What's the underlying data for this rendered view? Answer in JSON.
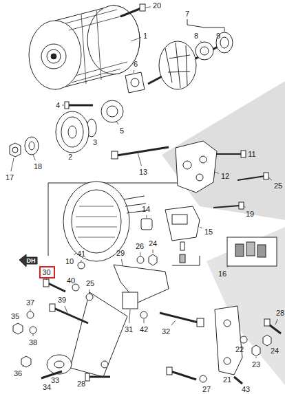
{
  "diagram": {
    "nodes": [
      {
        "text": [
          "30"
        ]
      }
    ],
    "labels": [
      "20",
      "1",
      "7",
      "8",
      "9",
      "6",
      "4",
      "5",
      "3",
      "2",
      "18",
      "17",
      "13",
      "11",
      "12",
      "25",
      "19",
      "14",
      "15",
      "10",
      "41",
      "29",
      "26",
      "24",
      "16",
      "40",
      "25",
      "39",
      "37",
      "31",
      "42",
      "32",
      "35",
      "38",
      "33",
      "36",
      "34",
      "28",
      "27",
      "21",
      "22",
      "23",
      "24",
      "28",
      "43",
      "DH"
    ]
  }
}
